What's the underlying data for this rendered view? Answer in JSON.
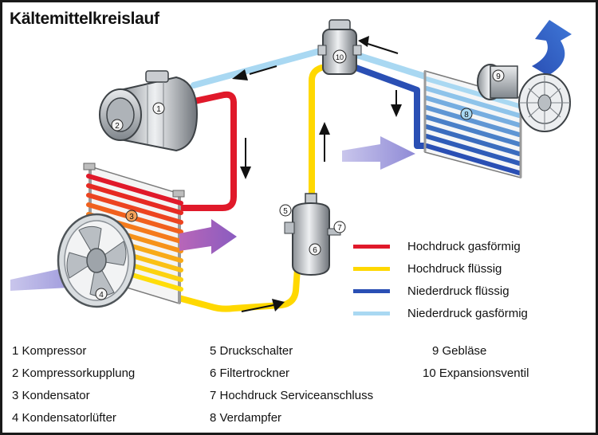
{
  "title": "Kältemittelkreislauf",
  "legend": [
    {
      "label": "Hochdruck gasförmig",
      "color": "#e0192a"
    },
    {
      "label": "Hochdruck flüssig",
      "color": "#ffd800"
    },
    {
      "label": "Niederdruck flüssig",
      "color": "#2a4fb4"
    },
    {
      "label": "Niederdruck gasförmig",
      "color": "#a9d8f2"
    }
  ],
  "callouts": [
    "1",
    "2",
    "3",
    "4",
    "5",
    "6",
    "7",
    "8",
    "9",
    "10"
  ],
  "components": [
    "1 Kompressor",
    "2 Kompressorkupplung",
    "3 Kondensator",
    "4 Kondensatorlüfter",
    "5 Druckschalter",
    "6 Filtertrockner",
    "7 Hochdruck Serviceanschluss",
    "8 Verdampfer",
    "9 Gebläse",
    "10 Expansionsventil"
  ]
}
